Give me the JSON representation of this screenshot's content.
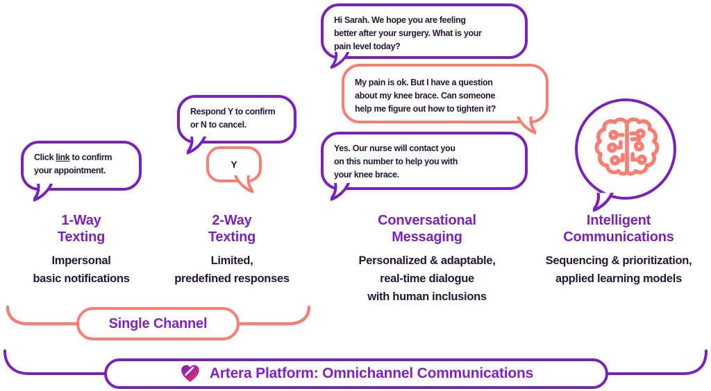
{
  "colors": {
    "purple_border": "#7a1fc0",
    "purple_text": "#8021c4",
    "pink": "#f87d72",
    "text_dark": "#241733",
    "heart_gradient_start": "#7b1fc2",
    "heart_gradient_end": "#ef2d68"
  },
  "bubbles": {
    "one_way": {
      "prefix": "Click ",
      "link": "link",
      "line1_rest": " to confirm",
      "line2": "your appointment."
    },
    "two_way": {
      "lines": [
        "Respond Y to confirm",
        "or N to cancel."
      ]
    },
    "two_way_reply": {
      "text": "Y"
    },
    "conv_outbound": {
      "lines": [
        "Hi Sarah. We hope you are feeling",
        "better after your surgery. What is your",
        "pain level today?"
      ]
    },
    "conv_inbound": {
      "lines": [
        "My pain is ok. But I have a question",
        "about my knee brace. Can someone",
        "help me figure out how to tighten it?"
      ]
    },
    "conv_reply": {
      "lines": [
        "Yes. Our nurse will contact you",
        "on this number to help you with",
        "your knee brace."
      ]
    }
  },
  "columns": [
    {
      "id": "one-way-texting",
      "title_lines": [
        "1-Way",
        "Texting"
      ],
      "desc_lines": [
        "Impersonal",
        "basic notifications"
      ]
    },
    {
      "id": "two-way-texting",
      "title_lines": [
        "2-Way",
        "Texting"
      ],
      "desc_lines": [
        "Limited,",
        "predefined responses"
      ]
    },
    {
      "id": "conversational-messaging",
      "title_lines": [
        "Conversational",
        "Messaging"
      ],
      "desc_lines": [
        "Personalized & adaptable,",
        "real-time dialogue",
        "with human inclusions"
      ]
    },
    {
      "id": "intelligent-communications",
      "title_lines": [
        "Intelligent",
        "Communications"
      ],
      "desc_lines": [
        "Sequencing & prioritization,",
        "applied learning models"
      ]
    }
  ],
  "brackets": {
    "single_channel": {
      "label": "Single Channel"
    },
    "platform": {
      "label": "Artera Platform: Omnichannel Communications"
    }
  },
  "icons": {
    "brain": "brain-circuit-icon",
    "heart": "artera-heart-logo"
  }
}
